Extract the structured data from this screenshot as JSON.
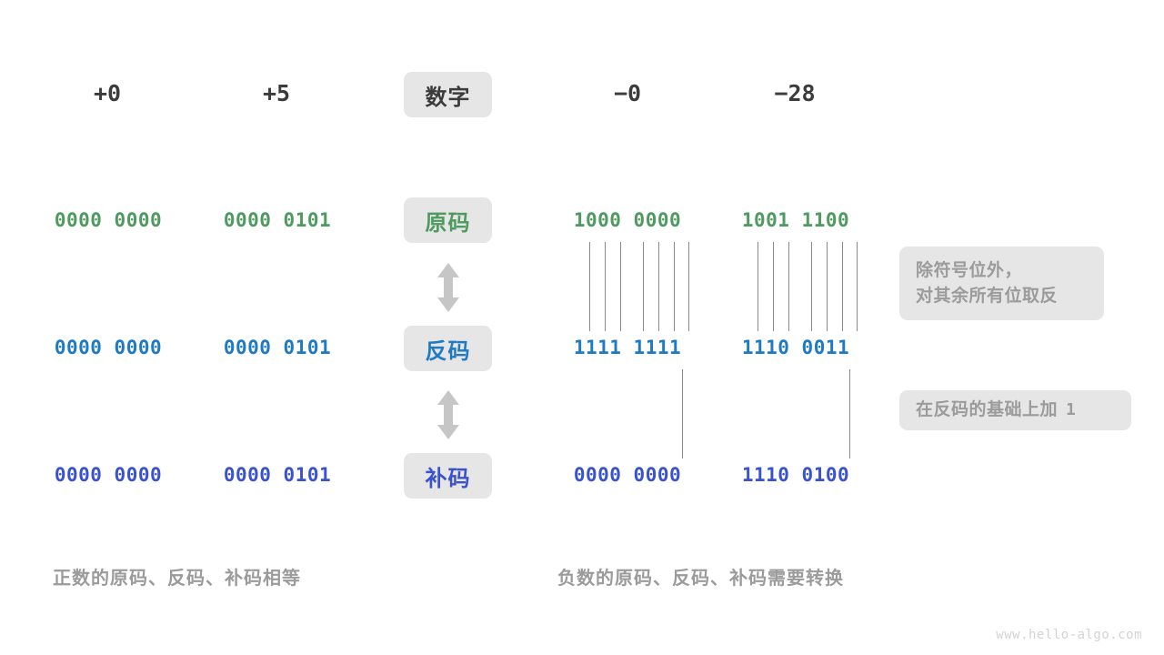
{
  "header": {
    "columns": [
      {
        "label": "+0",
        "kind": "number"
      },
      {
        "label": "+5",
        "kind": "number"
      },
      {
        "label": "数字",
        "kind": "badge"
      },
      {
        "label": "−0",
        "kind": "number"
      },
      {
        "label": "−28",
        "kind": "number"
      }
    ]
  },
  "rows": [
    {
      "name": "sign-magnitude",
      "label": "原码",
      "label_color": "#4e9a5f",
      "value_color": "#4e9a5f",
      "cells": [
        "0000 0000",
        "0000 0101",
        "1000 0000",
        "1001 1100"
      ]
    },
    {
      "name": "ones-complement",
      "label": "反码",
      "label_color": "#1f7ac4",
      "value_color": "#1f7ac4",
      "cells": [
        "0000 0000",
        "0000 0101",
        "1111 1111",
        "1110 0011"
      ]
    },
    {
      "name": "twos-complement",
      "label": "补码",
      "label_color": "#3a52cc",
      "value_color": "#3a52cc",
      "cells": [
        "0000 0000",
        "0000 0101",
        "0000 0000",
        "1110 0100"
      ]
    }
  ],
  "notes": [
    {
      "name": "invert-bits-note",
      "lines": [
        "除符号位外，",
        "对其余所有位取反"
      ]
    },
    {
      "name": "add-one-note",
      "text_prefix": "在反码的基础上加",
      "text_mono": "1"
    }
  ],
  "captions": {
    "left": "正数的原码、反码、补码相等",
    "right": "负数的原码、反码、补码需要转换"
  },
  "arrows": {
    "icon": "double-headed-vertical-arrow",
    "color": "#c6c6c6"
  },
  "watermark": "www.hello-algo.com",
  "colors": {
    "badge_bg": "#e6e6e6",
    "note_bg": "#e6e6e6",
    "note_text": "#9b9b9b",
    "caption_text": "#9b9b9b",
    "number_text": "#3b3b3b",
    "line": "#8a8a8a",
    "background": "#ffffff"
  }
}
